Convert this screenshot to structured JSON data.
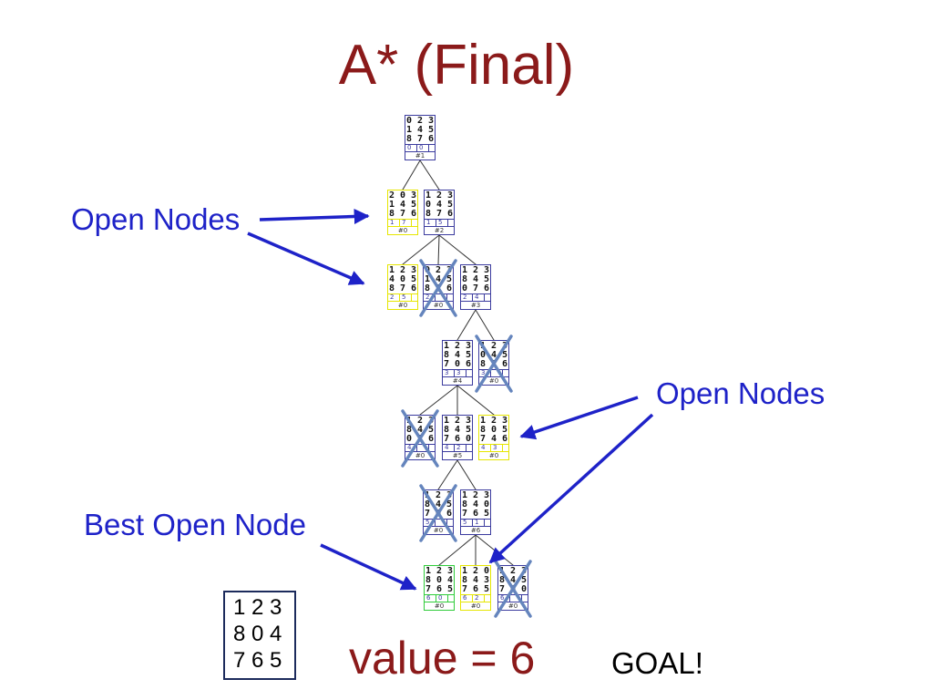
{
  "title": "A* (Final)",
  "colors": {
    "title": "#8b1a1a",
    "annotation": "#1e22c8",
    "node_expanded": "#3b3b9e",
    "node_open": "#e6e600",
    "node_best": "#2fcc3a",
    "cross_mark": "#6585bd",
    "edge": "#333333"
  },
  "tree": {
    "nodes": [
      {
        "state": [
          "0 2 3",
          "1 4 5",
          "8 7 6"
        ],
        "g": "0",
        "h": "0",
        "label": "#1",
        "status": "expanded",
        "crossed": false,
        "parent": null
      },
      {
        "state": [
          "2 0 3",
          "1 4 5",
          "8 7 6"
        ],
        "g": "1",
        "h": "7",
        "label": "#0",
        "status": "open",
        "crossed": false,
        "parent": 0
      },
      {
        "state": [
          "1 2 3",
          "0 4 5",
          "8 7 6"
        ],
        "g": "1",
        "h": "5",
        "label": "#2",
        "status": "expanded",
        "crossed": false,
        "parent": 0
      },
      {
        "state": [
          "1 2 3",
          "4 0 5",
          "8 7 6"
        ],
        "g": "2",
        "h": "5",
        "label": "#0",
        "status": "open",
        "crossed": false,
        "parent": 2
      },
      {
        "state": [
          "0 2 3",
          "1 4 5",
          "8 7 6"
        ],
        "g": "2",
        "h": "",
        "label": "#0",
        "status": "expanded",
        "crossed": true,
        "parent": 2
      },
      {
        "state": [
          "1 2 3",
          "8 4 5",
          "0 7 6"
        ],
        "g": "2",
        "h": "4",
        "label": "#3",
        "status": "expanded",
        "crossed": false,
        "parent": 2
      },
      {
        "state": [
          "1 2 3",
          "8 4 5",
          "7 0 6"
        ],
        "g": "3",
        "h": "3",
        "label": "#4",
        "status": "expanded",
        "crossed": false,
        "parent": 5
      },
      {
        "state": [
          "1 2 3",
          "0 4 5",
          "8 7 6"
        ],
        "g": "3",
        "h": "",
        "label": "#0",
        "status": "expanded",
        "crossed": true,
        "parent": 5
      },
      {
        "state": [
          "1 2 3",
          "8 4 5",
          "0 7 6"
        ],
        "g": "4",
        "h": "",
        "label": "#0",
        "status": "expanded",
        "crossed": true,
        "parent": 6
      },
      {
        "state": [
          "1 2 3",
          "8 4 5",
          "7 6 0"
        ],
        "g": "4",
        "h": "2",
        "label": "#5",
        "status": "expanded",
        "crossed": false,
        "parent": 6
      },
      {
        "state": [
          "1 2 3",
          "8 0 5",
          "7 4 6"
        ],
        "g": "4",
        "h": "3",
        "label": "#0",
        "status": "open",
        "crossed": false,
        "parent": 6
      },
      {
        "state": [
          "1 2 3",
          "8 4 5",
          "7 0 6"
        ],
        "g": "5",
        "h": "",
        "label": "#0",
        "status": "expanded",
        "crossed": true,
        "parent": 9
      },
      {
        "state": [
          "1 2 3",
          "8 4 0",
          "7 6 5"
        ],
        "g": "5",
        "h": "1",
        "label": "#6",
        "status": "expanded",
        "crossed": false,
        "parent": 9
      },
      {
        "state": [
          "1 2 3",
          "8 0 4",
          "7 6 5"
        ],
        "g": "6",
        "h": "0",
        "label": "#0",
        "status": "best",
        "crossed": false,
        "parent": 12
      },
      {
        "state": [
          "1 2 0",
          "8 4 3",
          "7 6 5"
        ],
        "g": "6",
        "h": "2",
        "label": "#0",
        "status": "open",
        "crossed": false,
        "parent": 12
      },
      {
        "state": [
          "1 2 3",
          "8 4 5",
          "7 6 0"
        ],
        "g": "6",
        "h": "",
        "label": "#0",
        "status": "expanded",
        "crossed": true,
        "parent": 12
      }
    ]
  },
  "labels": {
    "open_nodes_left": "Open Nodes",
    "open_nodes_right": "Open Nodes",
    "best_open_node": "Best Open Node"
  },
  "goal_board": {
    "rows": [
      "1 2 3",
      "8 0 4",
      "7 6 5"
    ]
  },
  "value_text": "value = 6",
  "goal_text": "GOAL!"
}
